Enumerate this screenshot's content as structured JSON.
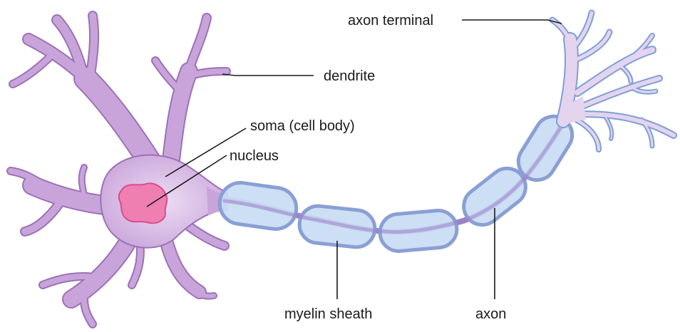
{
  "labels": {
    "axon_terminal": "axon terminal",
    "dendrite": "dendrite",
    "soma": "soma (cell body)",
    "nucleus": "nucleus",
    "myelin_sheath": "myelin sheath",
    "axon": "axon"
  },
  "colors": {
    "neuron_fill": "#c9a4da",
    "neuron_outline": "#9a72b8",
    "soma_center": "#e6d0ef",
    "nucleus_fill": "#ef7fb0",
    "nucleus_outline": "#d94b8e",
    "myelin_fill": "#c8dcf3",
    "myelin_outline": "#8a9fd4",
    "axon_core": "#9c82c8",
    "terminal_fill": "#e8d6ee",
    "terminal_outline": "#7f9fd6"
  }
}
